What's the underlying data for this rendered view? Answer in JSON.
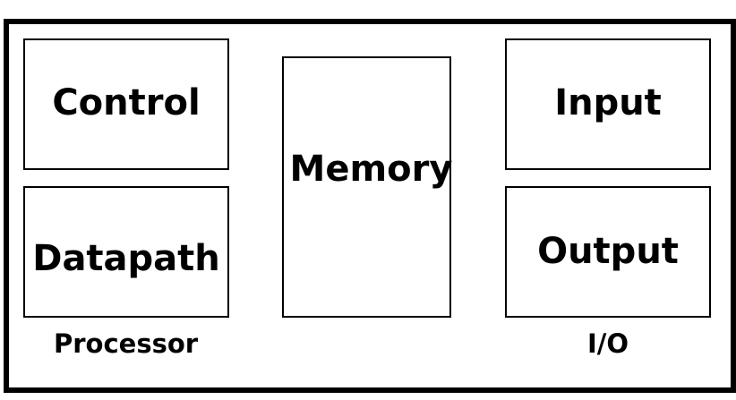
{
  "diagram": {
    "blocks": {
      "control": "Control",
      "datapath": "Datapath",
      "memory": "Memory",
      "input": "Input",
      "output": "Output"
    },
    "groups": {
      "processor": "Processor",
      "io": "I/O"
    },
    "colors": {
      "stroke": "#000000",
      "background": "#ffffff"
    }
  }
}
